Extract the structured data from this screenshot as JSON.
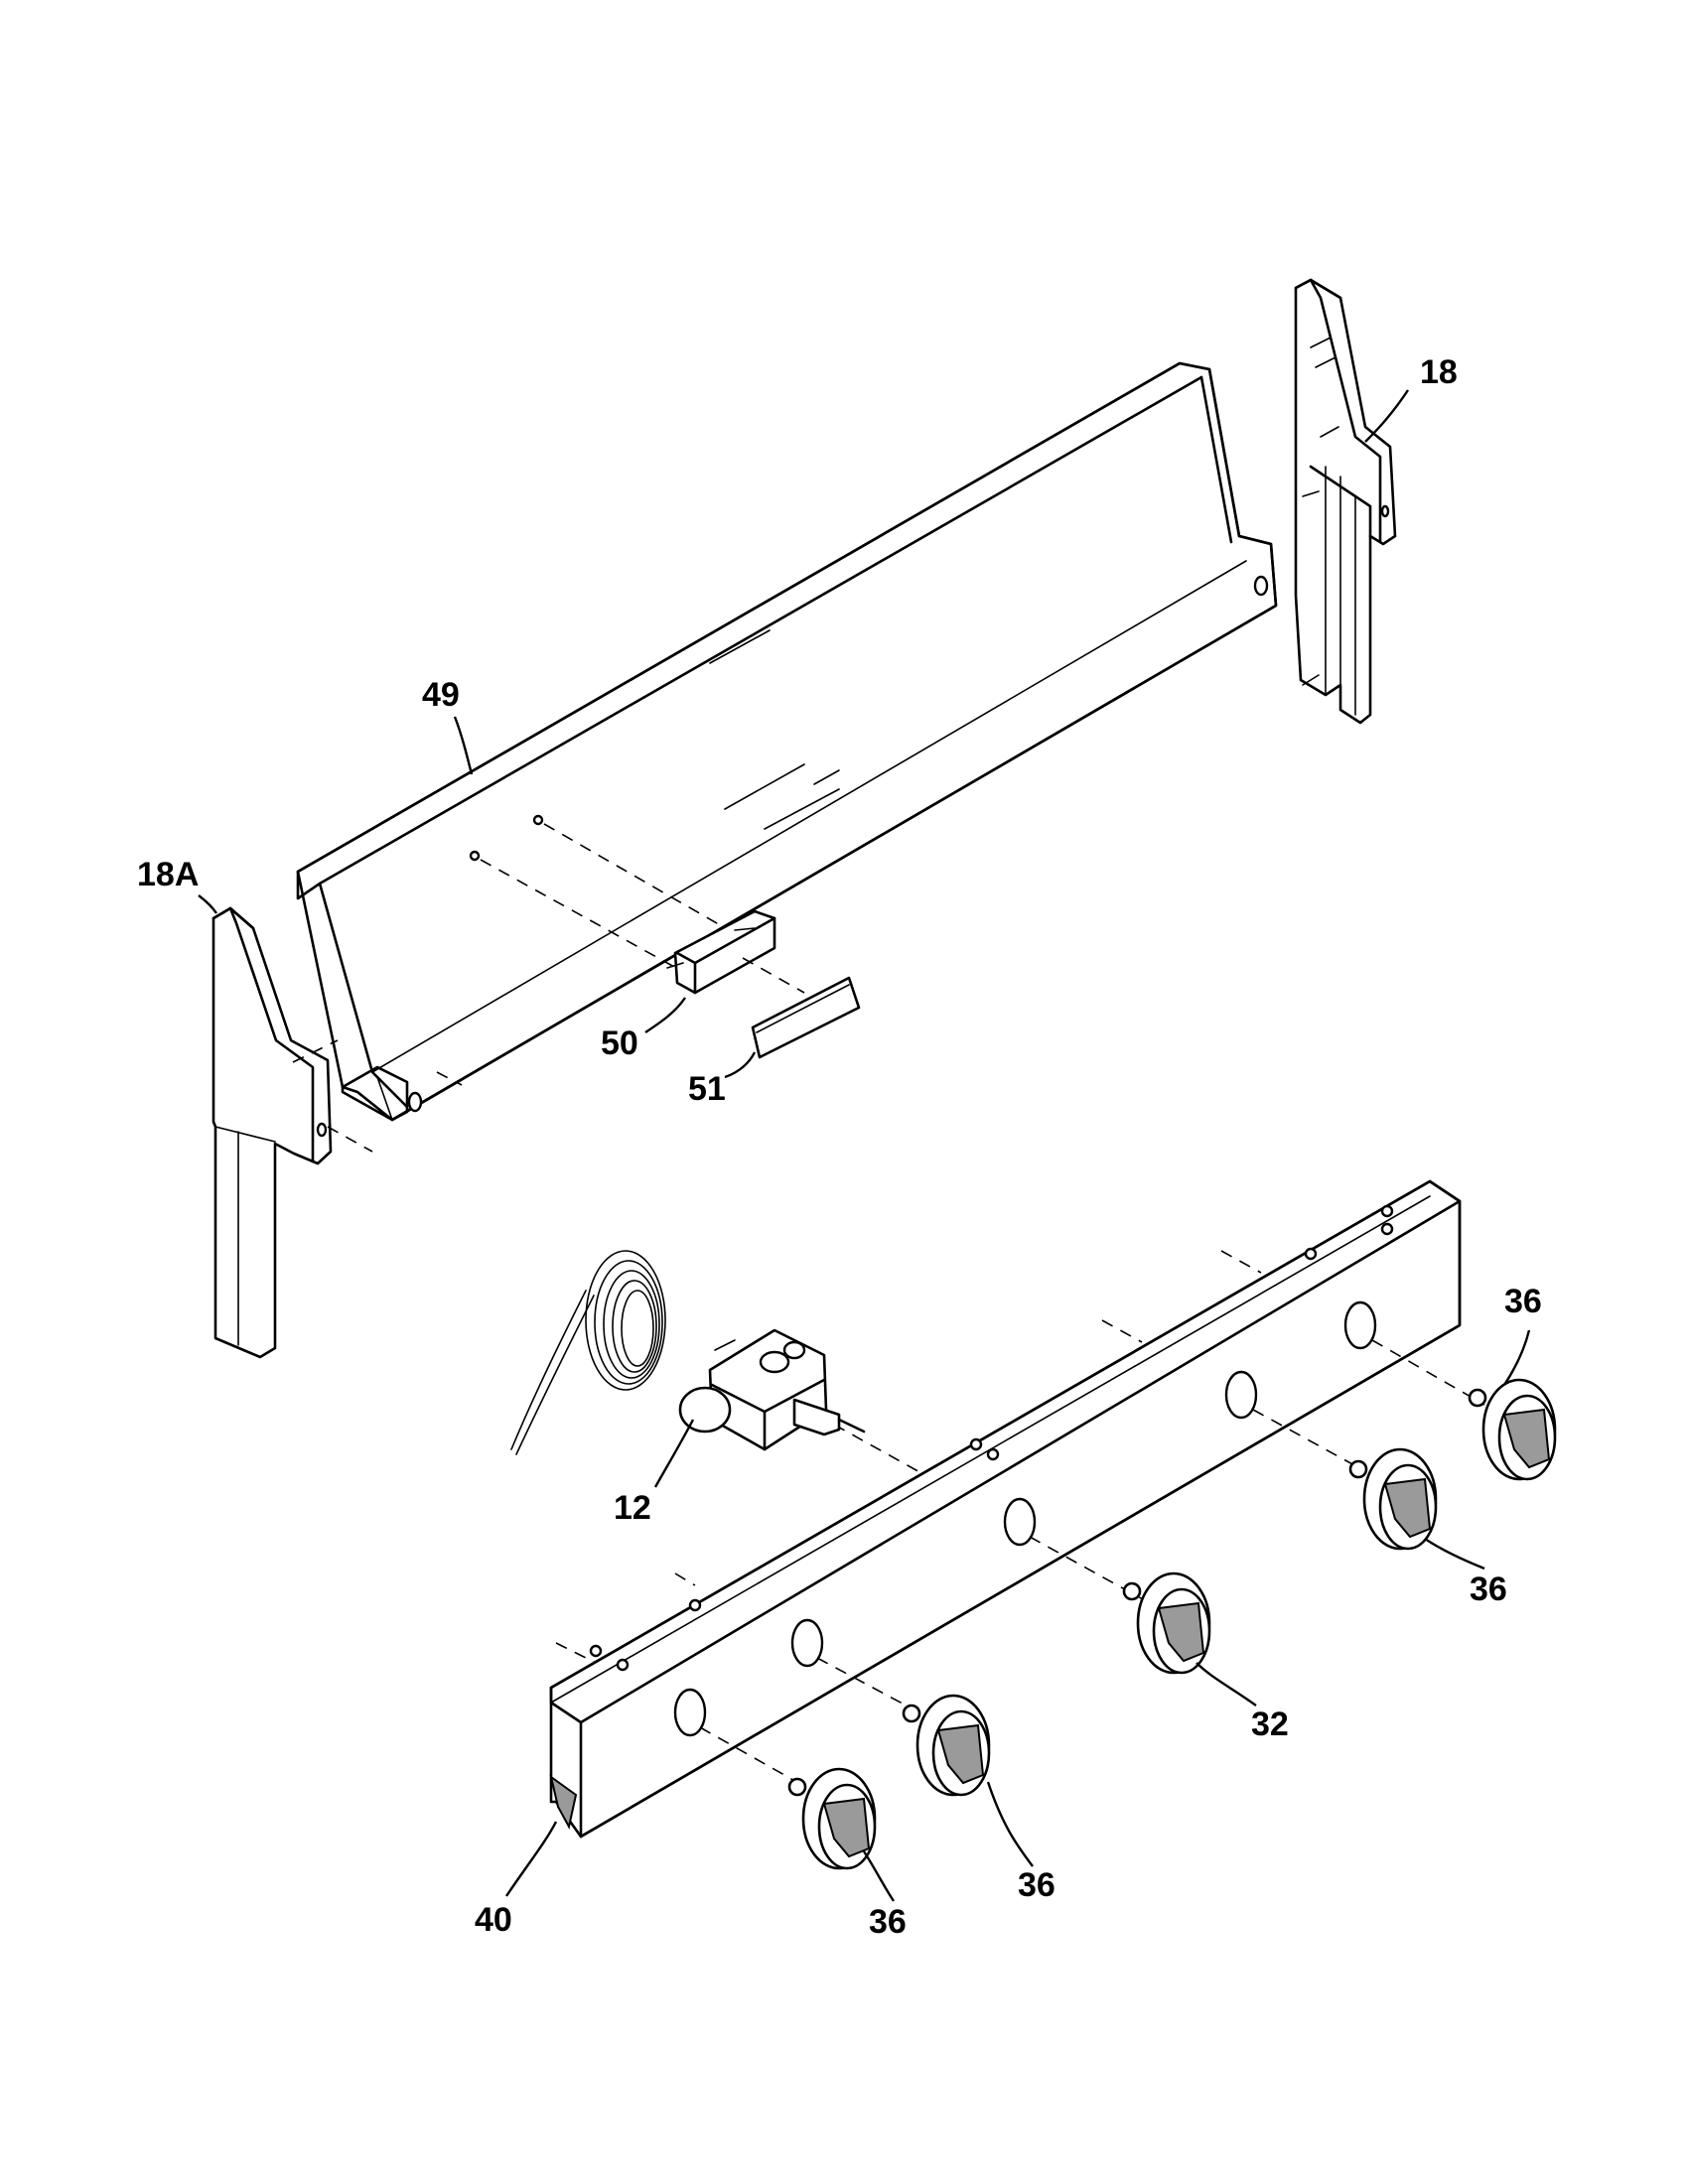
{
  "labels": {
    "p18": "18",
    "p18a": "18A",
    "p49": "49",
    "p50": "50",
    "p51": "51",
    "p36a": "36",
    "p36b": "36",
    "p36c": "36",
    "p36d": "36",
    "p12": "12",
    "p32": "32",
    "p40": "40"
  }
}
